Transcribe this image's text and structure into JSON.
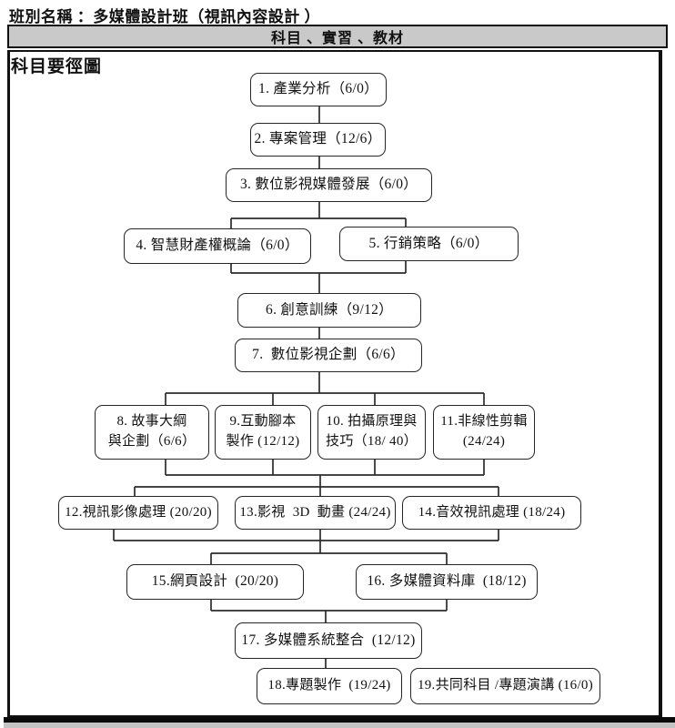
{
  "page": {
    "class_name_label": "班別名稱 ：多媒體設計班（視訊內容設計 ）",
    "section_header": "科目 、實習 、教材",
    "diagram_title": "科目要徑圖"
  },
  "colors": {
    "section_header_bg": "#c9c9c9",
    "connector_line": "#2b2b2b",
    "node_border": "#262626"
  },
  "flowchart": {
    "type": "critical-path-diagram",
    "nodes": [
      {
        "id": 1,
        "lines": [
          "1. 產業分析（6/0）"
        ]
      },
      {
        "id": 2,
        "lines": [
          "2. 專案管理（12/6）"
        ]
      },
      {
        "id": 3,
        "lines": [
          "3. 數位影視媒體發展（6/0）"
        ]
      },
      {
        "id": 4,
        "lines": [
          "4. 智慧財產權概論（6/0）"
        ]
      },
      {
        "id": 5,
        "lines": [
          "5. 行銷策略（6/0）"
        ]
      },
      {
        "id": 6,
        "lines": [
          "6. 創意訓練（9/12）"
        ]
      },
      {
        "id": 7,
        "lines": [
          "7.  數位影視企劃（6/6）"
        ]
      },
      {
        "id": 8,
        "lines": [
          "8. 故事大綱",
          "與企劃（6/6）"
        ]
      },
      {
        "id": 9,
        "lines": [
          "9.互動腳本",
          "製作 (12/12)"
        ]
      },
      {
        "id": 10,
        "lines": [
          "10. 拍攝原理與",
          "技巧（18/ 40）"
        ]
      },
      {
        "id": 11,
        "lines": [
          "11.非線性剪輯",
          "(24/24)"
        ]
      },
      {
        "id": 12,
        "lines": [
          "12.視訊影像處理 (20/20)"
        ]
      },
      {
        "id": 13,
        "lines": [
          "13.影視  3D  動畫 (24/24)"
        ]
      },
      {
        "id": 14,
        "lines": [
          "14.音效視訊處理 (18/24)"
        ]
      },
      {
        "id": 15,
        "lines": [
          "15.網頁設計  (20/20)"
        ]
      },
      {
        "id": 16,
        "lines": [
          "16. 多媒體資料庫  (18/12)"
        ]
      },
      {
        "id": 17,
        "lines": [
          "17. 多媒體系統整合  (12/12)"
        ]
      },
      {
        "id": 18,
        "lines": [
          "18.專題製作  (19/24)"
        ]
      },
      {
        "id": 19,
        "lines": [
          "19.共同科目 /專題演講 (16/0)"
        ]
      }
    ]
  }
}
